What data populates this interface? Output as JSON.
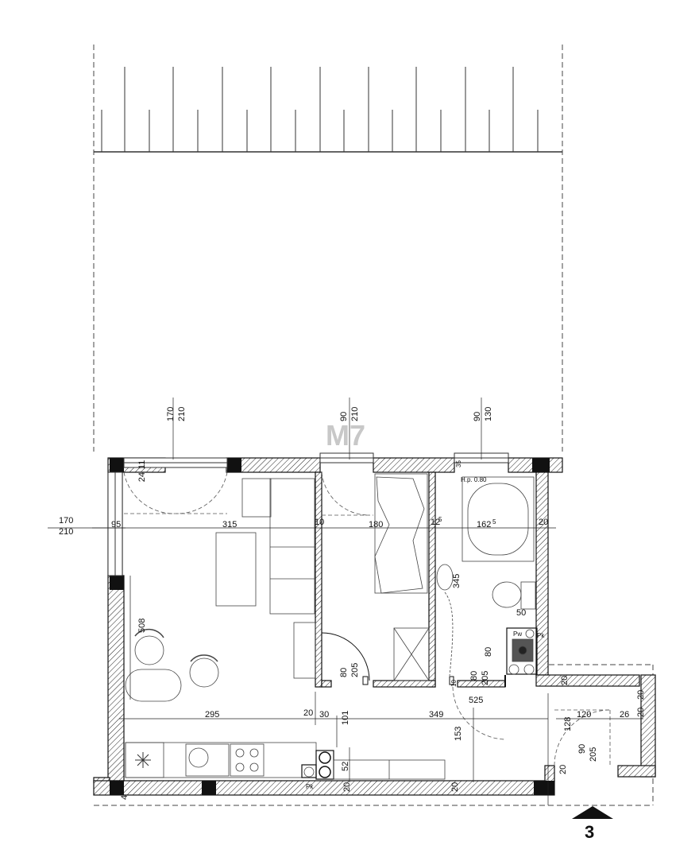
{
  "unit_label": "M7",
  "section_marker": "3",
  "window_labels": {
    "w1_top": "170",
    "w1_bottom": "210",
    "w2_top": "90",
    "w2_bottom": "210",
    "w3_top": "90",
    "w3_bottom": "130",
    "side_top": "170",
    "side_bottom": "210"
  },
  "dimensions": {
    "d95": "95",
    "d315": "315",
    "d10": "10",
    "d180": "180",
    "d12": "12",
    "d5a": "5",
    "d162": "162",
    "d5b": "5",
    "d20_right": "20",
    "d11": "11",
    "d24": "24",
    "d35": "35",
    "d508": "508",
    "d345": "345",
    "d50": "50",
    "d80_door1": "80",
    "d205_door1": "205",
    "d80_door2": "80",
    "d80_door3": "80",
    "d205_door3": "205",
    "d295": "295",
    "d20_a": "20",
    "d30": "30",
    "d101": "101",
    "d349": "349",
    "d153": "153",
    "d525": "525",
    "d120": "120",
    "d128": "128",
    "d26": "26",
    "d20_b": "20",
    "d20_c": "20",
    "d20_d": "20",
    "d90_entry": "90",
    "d205_entry": "205",
    "d20_e": "20",
    "d52": "52",
    "d4": "4",
    "d20_f": "20",
    "d20_g": "20",
    "d10_small": "10"
  },
  "labels": {
    "hp": "H.p. 0.80",
    "pk_kitchen": "Pk",
    "pw": "Pw",
    "pk_bath": "Pk"
  }
}
